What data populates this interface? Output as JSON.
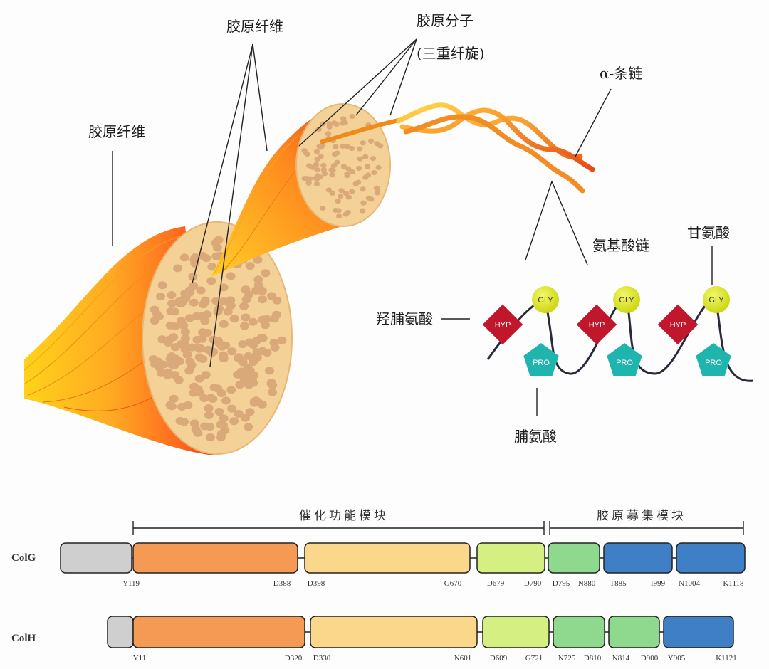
{
  "labels": {
    "fiber_left": "胶原纤维",
    "fiber_top": "胶原纤维",
    "molecule": "胶原分子",
    "triple_helix": "(三重纤旋)",
    "alpha_chain": "α-条链",
    "amino_chain": "氨基酸链",
    "glycine": "甘氨酸",
    "hydroxyproline": "羟脯氨酸",
    "proline": "脯氨酸"
  },
  "amino_acids": {
    "hyp": "HYP",
    "gly": "GLY",
    "pro": "PRO"
  },
  "modules": {
    "catalytic": "催化功能模块",
    "recruit": "胶原募集模块"
  },
  "domain_colors": {
    "gray": "#cfcfcf",
    "orange": "#f59a55",
    "yellow": "#fad78a",
    "lightgreen": "#d6ef82",
    "green": "#8ed98d",
    "blue": "#3f7fc5"
  },
  "rows": [
    {
      "name": "ColG",
      "segments": [
        {
          "color": "gray"
        },
        {
          "color": "orange"
        },
        {
          "color": "yellow"
        },
        {
          "color": "lightgreen"
        },
        {
          "color": "green"
        },
        {
          "color": "blue"
        },
        {
          "color": "blue"
        }
      ],
      "positions": [
        "Y119",
        "D388",
        "D398",
        "G670",
        "D679",
        "D790",
        "D795",
        "N880",
        "T885",
        "I999",
        "N1004",
        "K1118"
      ]
    },
    {
      "name": "ColH",
      "segments": [
        {
          "color": "gray"
        },
        {
          "color": "orange"
        },
        {
          "color": "yellow"
        },
        {
          "color": "lightgreen"
        },
        {
          "color": "green"
        },
        {
          "color": "green"
        },
        {
          "color": "blue"
        }
      ],
      "positions": [
        "Y11",
        "D320",
        "D330",
        "N601",
        "D609",
        "G721",
        "N725",
        "D810",
        "N814",
        "D900",
        "Y905",
        "K1121"
      ]
    }
  ]
}
